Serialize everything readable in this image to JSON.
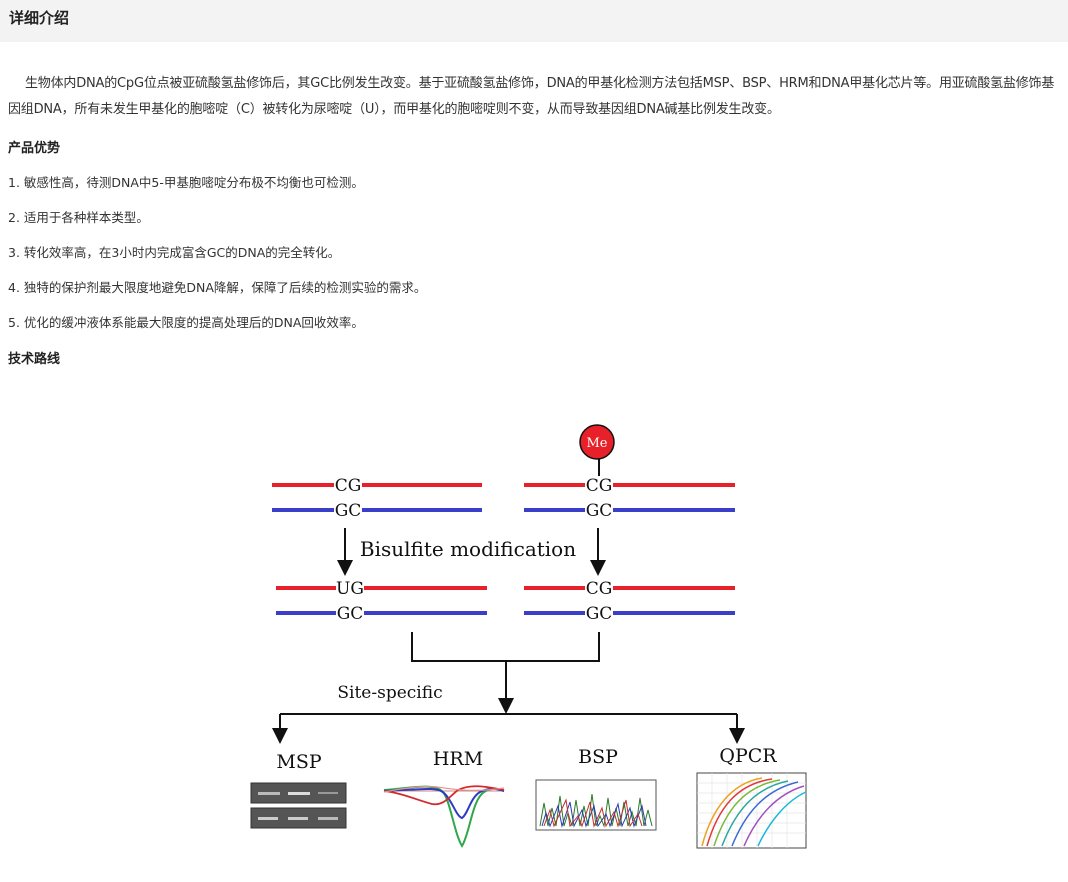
{
  "header": {
    "title": "详细介绍"
  },
  "intro": {
    "text": "生物体内DNA的CpG位点被亚硫酸氢盐修饰后，其GC比例发生改变。基于亚硫酸氢盐修饰，DNA的甲基化检测方法包括MSP、BSP、HRM和DNA甲基化芯片等。用亚硫酸氢盐修饰基因组DNA，所有未发生甲基化的胞嘧啶（C）被转化为尿嘧啶（U），而甲基化的胞嘧啶则不变，从而导致基因组DNA碱基比例发生改变。"
  },
  "advantages": {
    "title": "产品优势",
    "items": [
      "1. 敏感性高，待测DNA中5-甲基胞嘧啶分布极不均衡也可检测。",
      "2. 适用于各种样本类型。",
      "3. 转化效率高，在3小时内完成富含GC的DNA的完全转化。",
      "4. 独特的保护剂最大限度地避免DNA降解，保障了后续的检测实验的需求。",
      "5. 优化的缓冲液体系能最大限度的提高处理后的DNA回收效率。"
    ]
  },
  "route": {
    "title": "技术路线"
  },
  "diagram": {
    "methyl_label": "Me",
    "strand_top_left": "CG",
    "strand_bottom_left": "GC",
    "strand_top_right": "CG",
    "strand_bottom_right": "GC",
    "process_label": "Bisulfite modification",
    "converted_top_left": "UG",
    "converted_bottom_left": "GC",
    "converted_top_right": "CG",
    "converted_bottom_right": "GC",
    "site_label": "Site-specific",
    "methods": [
      "MSP",
      "HRM",
      "BSP",
      "QPCR"
    ],
    "colors": {
      "red_strand": "#e8202a",
      "blue_strand": "#3a3ec8",
      "methyl_fill": "#e8202a"
    }
  }
}
